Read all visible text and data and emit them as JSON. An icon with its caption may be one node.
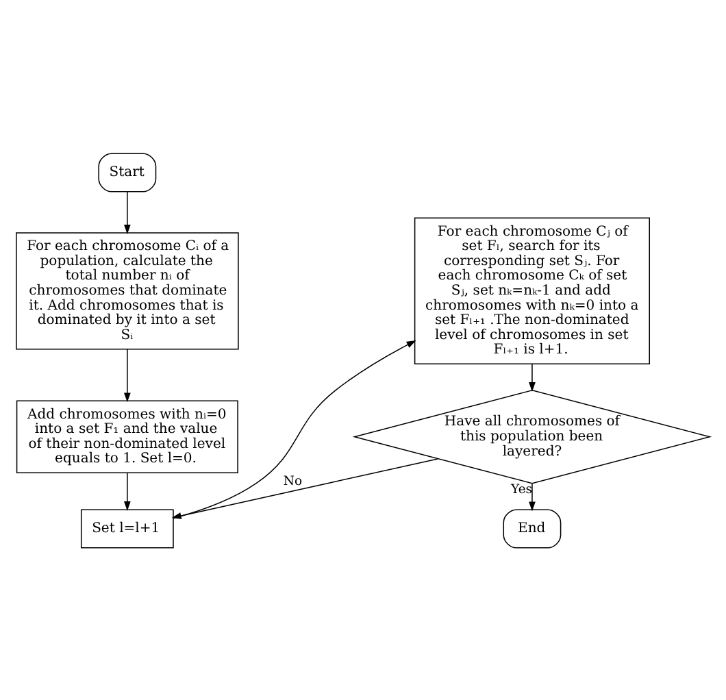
{
  "diagram": {
    "nodes": [
      {
        "text": [
          "Start"
        ]
      },
      {
        "text": [
          "For each chromosome Cᵢ of a population, calculate the total number nᵢ of chromosomes that dominate it. Add chromosomes that is dominated by it into a set Sᵢ"
        ]
      },
      {
        "text": [
          "Add chromosomes with nᵢ=0 into a set F₁ and the value of their non-dominated level equals to 1. Set l=0."
        ]
      },
      {
        "text": [
          "Set l=l+1"
        ]
      },
      {
        "text": [
          "For each chromosome Cⱼ of set Fₗ, search for its corresponding set Sⱼ. For each chromosome Cₖ of set Sⱼ, set nₖ=nₖ-1 and add chromosomes with nₖ=0 into a set Fₗ₊₁ .The non-dominated level of chromosomes in set Fₗ₊₁ is l+1."
        ]
      },
      {
        "text": [
          "Have all chromosomes of this population been layered?"
        ]
      },
      {
        "text": [
          "End"
        ]
      }
    ],
    "edges": [
      {
        "from": 0,
        "to": 1,
        "arrow": "to"
      },
      {
        "from": 1,
        "to": 2,
        "arrow": "to"
      },
      {
        "from": 2,
        "to": 3,
        "arrow": "to"
      },
      {
        "from": 3,
        "to": 4,
        "arrow": "to"
      },
      {
        "from": 4,
        "to": 5,
        "arrow": "to"
      },
      {
        "from": 5,
        "to": 3,
        "arrow": "to",
        "label": "No"
      },
      {
        "from": 5,
        "to": 6,
        "arrow": "to",
        "label": "Yes"
      }
    ]
  }
}
